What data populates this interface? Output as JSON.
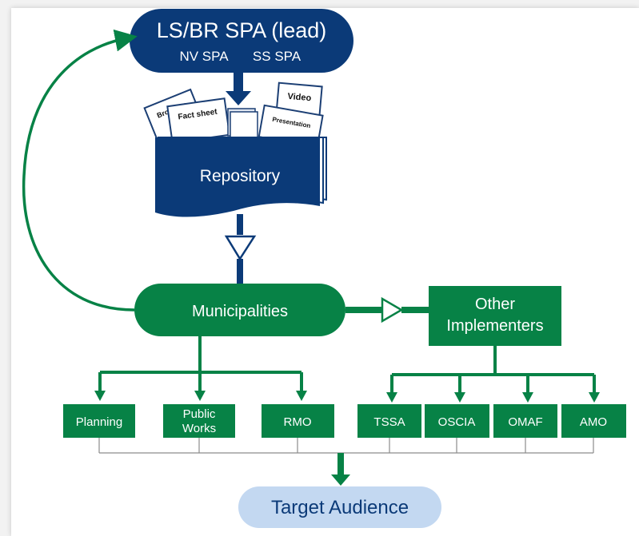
{
  "colors": {
    "navy": "#0b3a78",
    "green": "#078246",
    "light_blue": "#c3d8f1",
    "text_blue": "#0b3a78",
    "gray_line": "#8c8c8c"
  },
  "spa": {
    "lead": "LS/BR SPA (lead)",
    "nv": "NV SPA",
    "ss": "SS SPA"
  },
  "documents": {
    "brochure": "Brochure",
    "fact_sheet": "Fact sheet",
    "video": "Video",
    "presentation": "Presentation"
  },
  "repository": "Repository",
  "municipalities": "Municipalities",
  "other_implementers": {
    "line1": "Other",
    "line2": "Implementers"
  },
  "municipal_units": {
    "planning": "Planning",
    "public_works_1": "Public",
    "public_works_2": "Works",
    "rmo": "RMO"
  },
  "implementer_units": {
    "tssa": "TSSA",
    "oscia": "OSCIA",
    "omaf": "OMAF",
    "amo": "AMO"
  },
  "target_audience": "Target Audience"
}
